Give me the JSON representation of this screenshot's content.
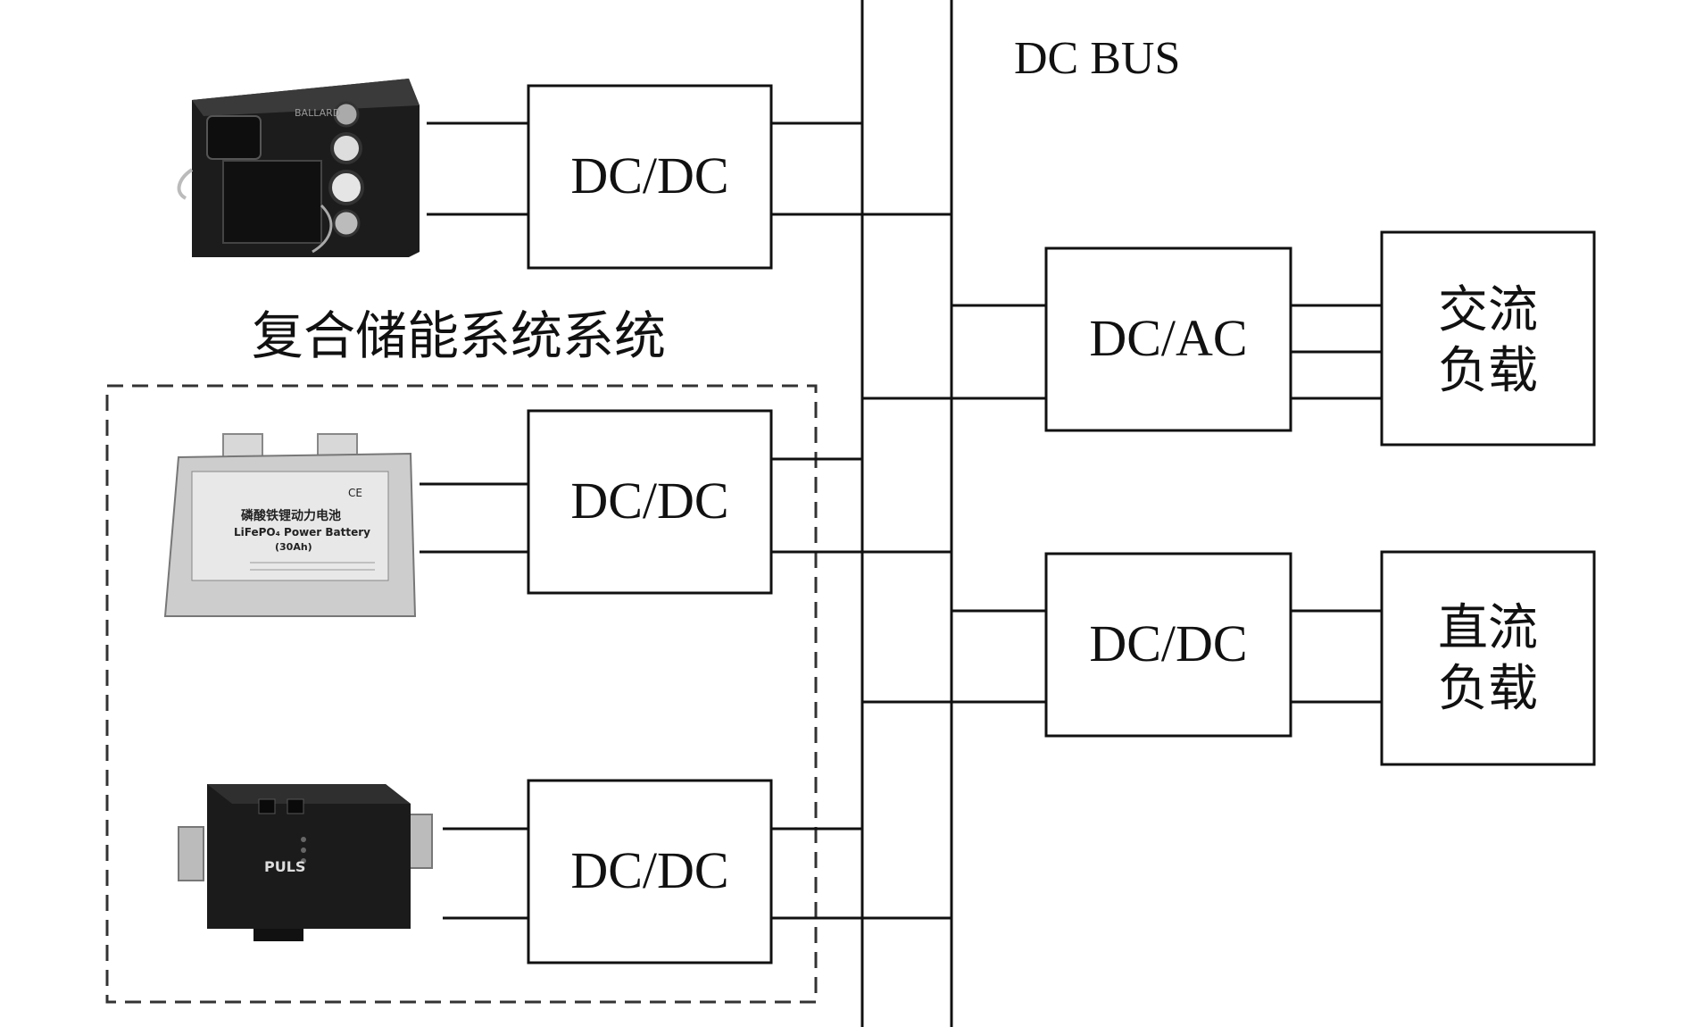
{
  "bus": {
    "label": "DC BUS"
  },
  "storage_group": {
    "label": "复合储能系统系统"
  },
  "converters": {
    "fuel_cell": "DC/DC",
    "battery": "DC/DC",
    "supercap": "DC/DC",
    "ac_inverter": "DC/AC",
    "dc_load": "DC/DC"
  },
  "loads": {
    "ac": {
      "line1": "交流",
      "line2": "负载"
    },
    "dc": {
      "line1": "直流",
      "line2": "负载"
    }
  },
  "battery_device": {
    "name_cn": "磷酸铁锂动力电池",
    "name_en": "LiFePO₄ Power Battery",
    "capacity": "(30Ah)",
    "mark": "CE"
  },
  "supercap_device": {
    "brand": "PULS"
  },
  "fuel_cell_device": {
    "brand": "BALLARD"
  },
  "colors": {
    "line": "#111111",
    "device_dark": "#1b1b1b",
    "device_silver": "#cfcfcf"
  }
}
